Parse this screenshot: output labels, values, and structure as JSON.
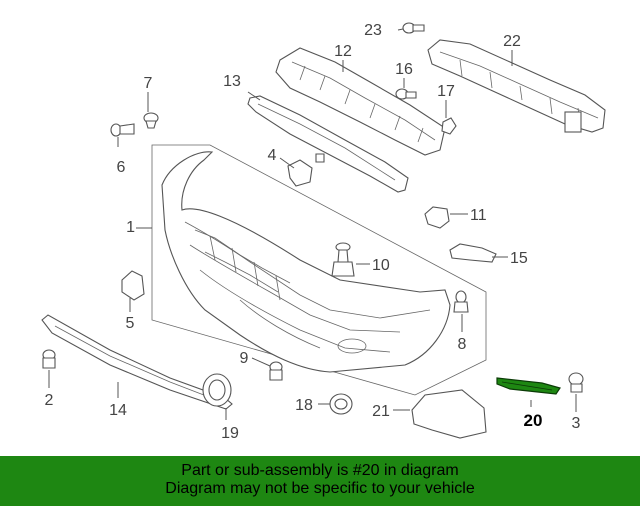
{
  "callouts": {
    "n1": "1",
    "n2": "2",
    "n3": "3",
    "n4": "4",
    "n5": "5",
    "n6": "6",
    "n7": "7",
    "n8": "8",
    "n9": "9",
    "n10": "10",
    "n11": "11",
    "n12": "12",
    "n13": "13",
    "n14": "14",
    "n15": "15",
    "n16": "16",
    "n17": "17",
    "n18": "18",
    "n19": "19",
    "n20": "20",
    "n21": "21",
    "n22": "22",
    "n23": "23"
  },
  "highlight_part": "20",
  "colors": {
    "highlight": "#1e8712",
    "banner_bg": "#1e8712"
  },
  "banner": {
    "line1": "Part or sub-assembly is #20 in diagram",
    "line2": "Diagram may not be specific to your vehicle"
  }
}
